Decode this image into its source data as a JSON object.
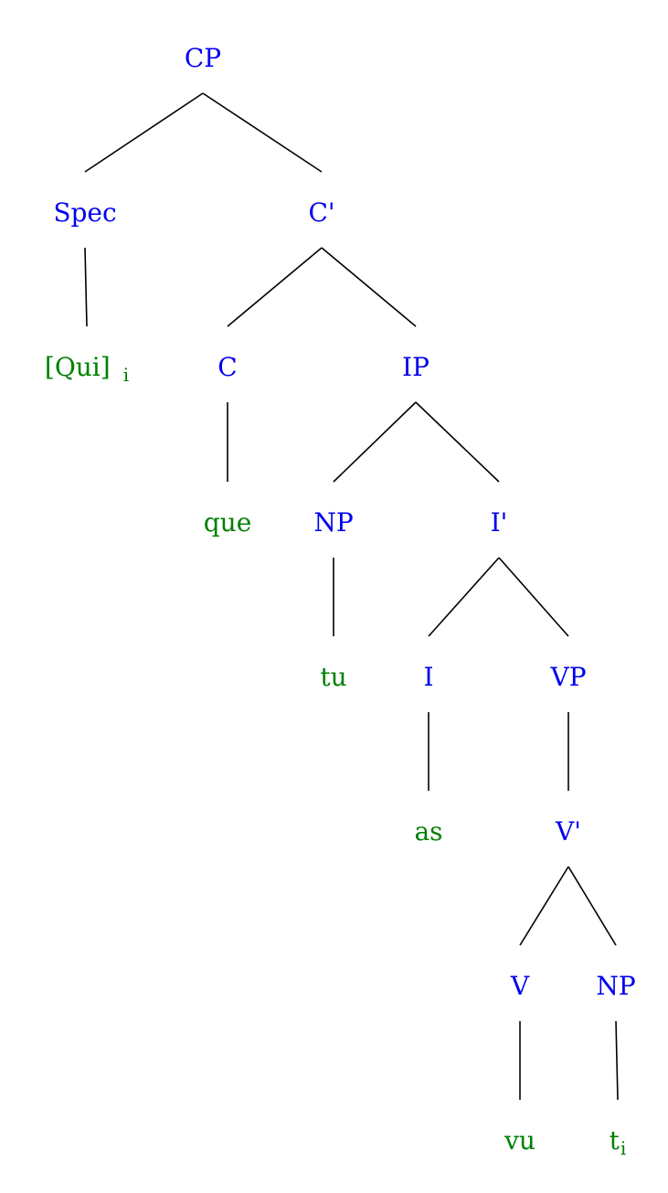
{
  "colors": {
    "category": "#0000ee",
    "word": "#008000",
    "edge": "#000000"
  },
  "nodes": [
    {
      "id": "n-cp",
      "label": "CP",
      "kind": "category"
    },
    {
      "id": "n-spec",
      "label": "Spec",
      "kind": "category"
    },
    {
      "id": "n-cbar",
      "label": "C'",
      "kind": "category"
    },
    {
      "id": "n-qui",
      "label": "[Qui]",
      "sub": "i",
      "kind": "word"
    },
    {
      "id": "n-c",
      "label": "C",
      "kind": "category"
    },
    {
      "id": "n-ip",
      "label": "IP",
      "kind": "category"
    },
    {
      "id": "n-que",
      "label": "que",
      "kind": "word"
    },
    {
      "id": "n-np1",
      "label": "NP",
      "kind": "category"
    },
    {
      "id": "n-ibar",
      "label": "I'",
      "kind": "category"
    },
    {
      "id": "n-tu",
      "label": "tu",
      "kind": "word"
    },
    {
      "id": "n-i",
      "label": "I",
      "kind": "category"
    },
    {
      "id": "n-vp",
      "label": "VP",
      "kind": "category"
    },
    {
      "id": "n-as",
      "label": "as",
      "kind": "word"
    },
    {
      "id": "n-vbar",
      "label": "V'",
      "kind": "category"
    },
    {
      "id": "n-v",
      "label": "V",
      "kind": "category"
    },
    {
      "id": "n-np2",
      "label": "NP",
      "kind": "category"
    },
    {
      "id": "n-vu",
      "label": "vu",
      "kind": "word"
    },
    {
      "id": "n-t",
      "label": "t",
      "sub": "i",
      "kind": "word"
    }
  ],
  "edges": [
    [
      "n-cp",
      "n-spec"
    ],
    [
      "n-cp",
      "n-cbar"
    ],
    [
      "n-spec",
      "n-qui"
    ],
    [
      "n-cbar",
      "n-c"
    ],
    [
      "n-cbar",
      "n-ip"
    ],
    [
      "n-c",
      "n-que"
    ],
    [
      "n-ip",
      "n-np1"
    ],
    [
      "n-ip",
      "n-ibar"
    ],
    [
      "n-np1",
      "n-tu"
    ],
    [
      "n-ibar",
      "n-i"
    ],
    [
      "n-ibar",
      "n-vp"
    ],
    [
      "n-i",
      "n-as"
    ],
    [
      "n-vp",
      "n-vbar"
    ],
    [
      "n-vbar",
      "n-v"
    ],
    [
      "n-vbar",
      "n-np2"
    ],
    [
      "n-v",
      "n-vu"
    ],
    [
      "n-np2",
      "n-t"
    ]
  ]
}
